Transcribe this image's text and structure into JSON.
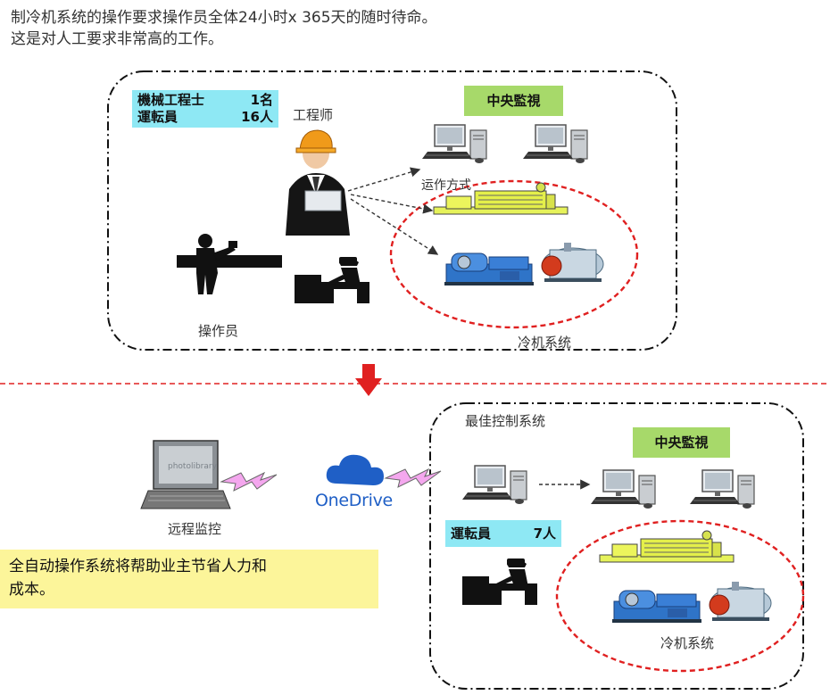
{
  "intro": {
    "line1": "制冷机系统的操作要求操作员全体24小时x 365天的随时待命。",
    "line2": "这是对人工要求非常高的工作。"
  },
  "top": {
    "staff_line1_role": "機械工程士",
    "staff_line1_count": "1名",
    "staff_line2_role": "運転員",
    "staff_line2_count": "16人",
    "engineer_label": "工程师",
    "central_label": "中央監視",
    "operation_label": "运作方式",
    "operator_label": "操作员",
    "chiller_label": "冷机系统"
  },
  "bottom": {
    "system_label": "最佳控制系统",
    "central_label": "中央監視",
    "staff_role": "運転員",
    "staff_count": "7人",
    "remote_label": "远程监控",
    "onedrive_label": "OneDrive",
    "chiller_label": "冷机系统",
    "laptop_screen_text": "photolibrary",
    "benefit_line1": "全自动操作系统将帮助业主节省人力和",
    "benefit_line2": "成本。"
  },
  "colors": {
    "cyan": "#8ee8f4",
    "green": "#a7d96a",
    "yellow": "#fcf59a",
    "red": "#e02020",
    "blue": "#1f5fc6"
  },
  "icons": [
    "computer-icon",
    "generator-icon",
    "chiller-icon",
    "boiler-icon",
    "engineer-icon",
    "operator-icon",
    "desk-worker-icon",
    "laptop-icon",
    "lightning-icon",
    "cloud-icon",
    "arrow-down-icon"
  ]
}
